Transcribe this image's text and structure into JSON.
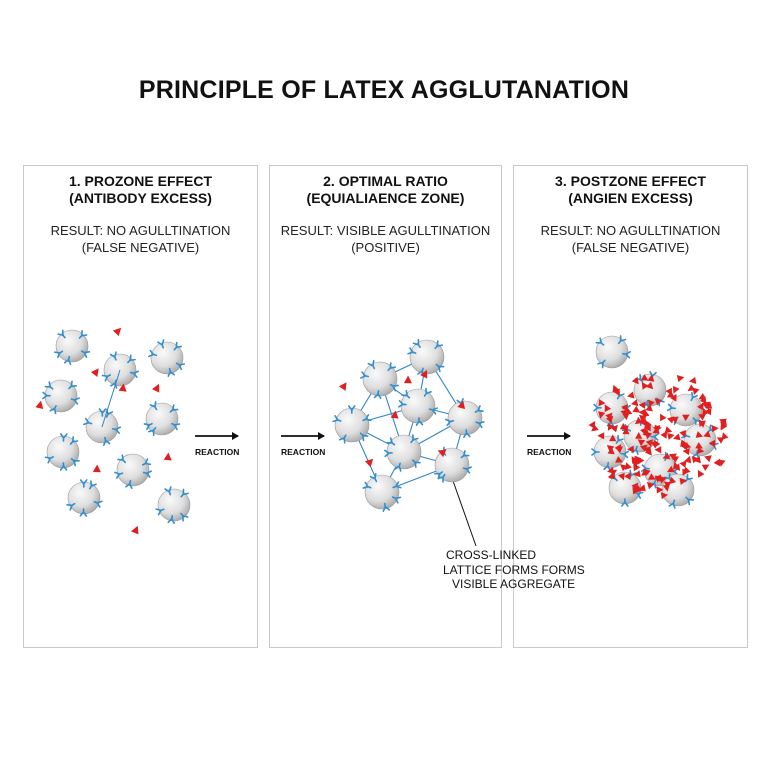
{
  "title": "PRINCIPLE OF LATEX AGGLUTANATION",
  "panels": [
    {
      "title_line1": "1. PROZONE EFFECT",
      "title_line2": "(ANTIBODY EXCESS)",
      "result_line1": "RESULT: NO AGULLTINATION",
      "result_line2": "(FALSE NEGATIVE)",
      "arrow_label": "REACTION"
    },
    {
      "title_line1": "2. OPTIMAL RATIO",
      "title_line2": "(EQUIALIAENCE ZONE)",
      "result_line1": "RESULT: VISIBLE AGULLTINATION",
      "result_line2": "(POSITIVE)",
      "arrow_label": "REACTION"
    },
    {
      "title_line1": "3. POSTZONE EFFECT",
      "title_line2": "(ANGIEN EXCESS)",
      "result_line1": "RESULT: NO AGULLTINATION",
      "result_line2": "(FALSE NEGATIVE)",
      "arrow_label": "REACTION"
    }
  ],
  "callout": {
    "line1": "CROSS-LINKED",
    "line2": "LATTICE FORMS FORMS",
    "line3": "VISIBLE AGGREGATE"
  },
  "colors": {
    "bead": "#dcdcdc",
    "antibody": "#2f8fd0",
    "antigen": "#e02020",
    "link": "#2f86c8",
    "border": "#c9c9c9"
  }
}
